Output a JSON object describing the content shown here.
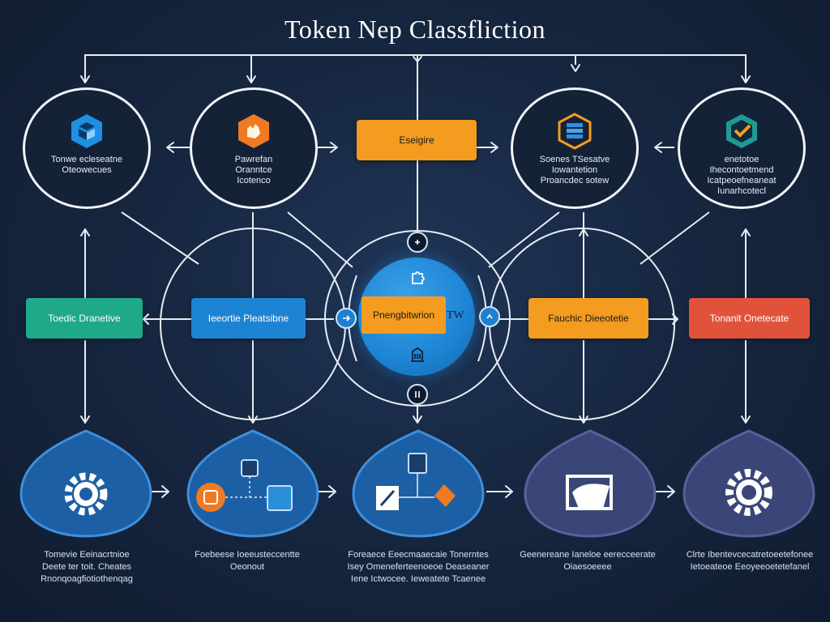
{
  "title": "Token Nep Classfliction",
  "colors": {
    "background": "#172741",
    "orange": "#f39c1f",
    "green": "#1fa98a",
    "blue": "#1d84d4",
    "red": "#e0533a",
    "slate": "#3a4677",
    "shield_blue": "#1d5fa4",
    "white_line": "#f2f4f8"
  },
  "top_nodes": [
    {
      "icon": "blue-cube-icon",
      "caption": [
        "Tonwe ecleseatne",
        "Oteowecues"
      ]
    },
    {
      "icon": "orange-hand-icon",
      "caption": [
        "Pawrefan",
        "Oranntce",
        "Icotenco"
      ]
    },
    {
      "icon": "layered-chip-icon",
      "caption": [
        "Soenes TSesatve",
        "Iowantetion",
        "Proancdec sotew"
      ]
    },
    {
      "icon": "check-badge-icon",
      "caption": [
        "enetotoe",
        "Ihecontoetmend",
        "Icatpeoefneaneat",
        "Iunarhcotecl"
      ]
    }
  ],
  "top_pill": "Eseigire",
  "middle_pills": [
    "Toedic Dranetive",
    "Ieeortie Pleatsibne",
    "Fauchic Dieeotetie",
    "Tonanit Onetecate"
  ],
  "hub": {
    "label": "Pnengbitwrion",
    "side": "TW"
  },
  "bottom_captions": [
    [
      "Tomevie Eeinacrtnioe",
      "Deete ter toit. Cheates",
      "Rnonqoagfiotiothenqag"
    ],
    [
      "Foebeese Ioeeusteccentte",
      "Oeonout"
    ],
    [
      "Foreaece Eeecmaaecaie Tonerntes",
      "Isey Omeneferteenoeoe Deaseaner",
      "Iene Ictwocee. Ieweatete Tcaenee"
    ],
    [
      "Geenereane Ianeloe eerecceerate",
      "Oiaesoeeee"
    ],
    [
      "Clrte Ibentevcecatretoeetefonee",
      "Ietoeateoe Eeoyeeoetetefanel"
    ]
  ],
  "bottom_icons": [
    "gear-icon",
    "connected-devices-icon",
    "document-exchange-icon",
    "folder-icon",
    "gear-icon"
  ]
}
